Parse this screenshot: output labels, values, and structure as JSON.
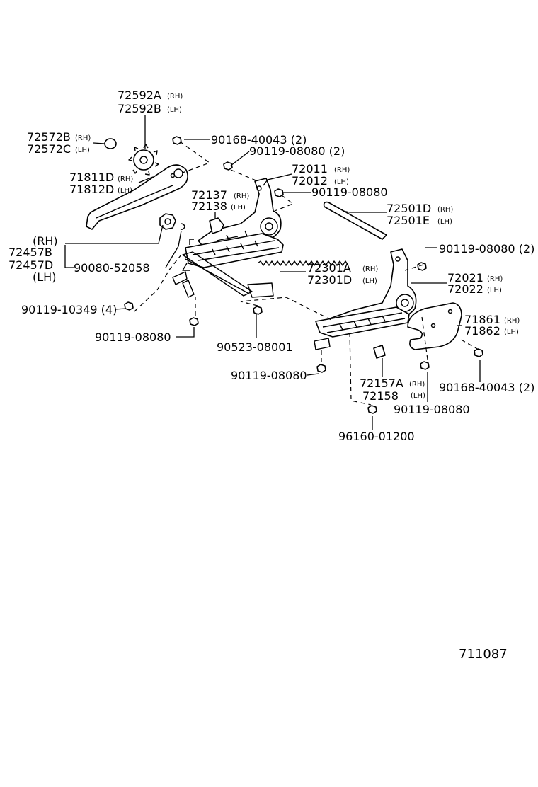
{
  "parts": {
    "p72592": {
      "a": "72592A",
      "a_side": "(RH)",
      "b": "72592B",
      "b_side": "(LH)"
    },
    "p72572": {
      "a": "72572B",
      "a_side": "(RH)",
      "b": "72572C",
      "b_side": "(LH)"
    },
    "p71811": {
      "a": "71811D",
      "a_side": "(RH)",
      "b": "71812D",
      "b_side": "(LH)"
    },
    "p90168_top": {
      "label": "90168-40043 (2)"
    },
    "p90119_top": {
      "label": "90119-08080 (2)"
    },
    "p72011": {
      "a": "72011",
      "a_side": "(RH)",
      "b": "72012",
      "b_side": "(LH)"
    },
    "p90119_mid": {
      "label": "90119-08080"
    },
    "p72137": {
      "a": "72137",
      "a_side": "(RH)",
      "b": "72138",
      "b_side": "(LH)"
    },
    "p72501": {
      "a": "72501D",
      "a_side": "(RH)",
      "b": "72501E",
      "b_side": "(LH)"
    },
    "p72457": {
      "rh": "(RH)",
      "a": "72457B",
      "b": "72457D",
      "lh": "(LH)"
    },
    "p90080": {
      "label": "90080-52058"
    },
    "p90119_right": {
      "label": "90119-08080 (2)"
    },
    "p72301": {
      "a": "72301A",
      "a_side": "(RH)",
      "b": "72301D",
      "b_side": "(LH)"
    },
    "p72021": {
      "a": "72021",
      "a_side": "(RH)",
      "b": "72022",
      "b_side": "(LH)"
    },
    "p90119_10349": {
      "label": "90119-10349 (4)"
    },
    "p71861": {
      "a": "71861",
      "a_side": "(RH)",
      "b": "71862",
      "b_side": "(LH)"
    },
    "p90119_left": {
      "label": "90119-08080"
    },
    "p90523": {
      "label": "90523-08001"
    },
    "p90119_lower": {
      "label": "90119-08080"
    },
    "p72157": {
      "a": "72157A",
      "a_side": "(RH)",
      "b": "72158",
      "b_side": "(LH)"
    },
    "p90168_right": {
      "label": "90168-40043 (2)"
    },
    "p90119_bottom": {
      "label": "90119-08080"
    },
    "p96160": {
      "label": "96160-01200"
    }
  },
  "diagram_number": "711087"
}
